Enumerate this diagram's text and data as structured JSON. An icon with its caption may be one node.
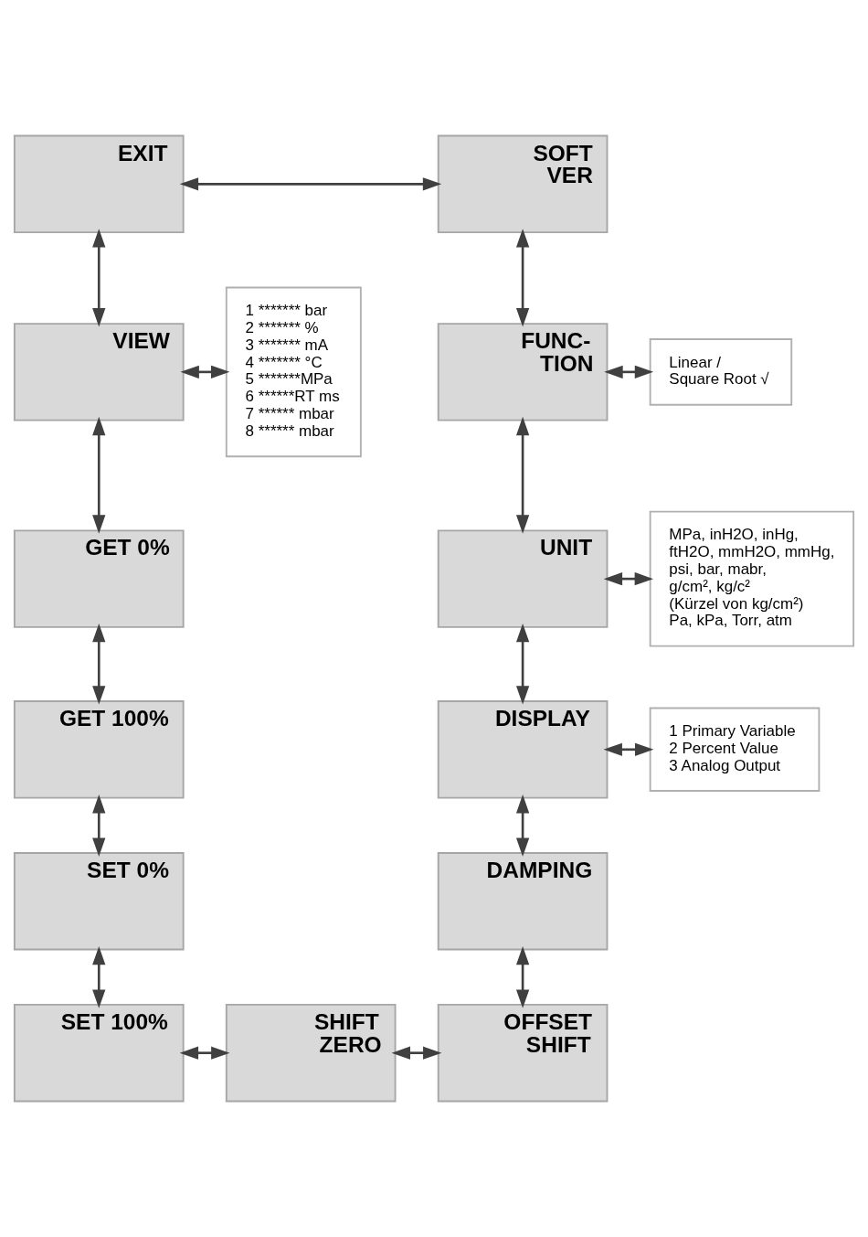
{
  "diagram": {
    "nodes": [
      {
        "text": [
          "EXIT"
        ]
      },
      {
        "text": [
          "SOFT VER"
        ]
      },
      {
        "text": [
          "VIEW"
        ]
      },
      {
        "text": [
          "1 ******* bar",
          "2 ******* %",
          "3 ******* mA",
          "4 ******* °C",
          "5 *******MPa",
          "6 ******RT ms",
          "7 ****** mbar",
          "8 ****** mbar"
        ]
      },
      {
        "text": [
          "FUNC- TION"
        ]
      },
      {
        "text": [
          "Linear /",
          "Square Root √"
        ]
      },
      {
        "text": [
          "GET 0%"
        ]
      },
      {
        "text": [
          "UNIT"
        ]
      },
      {
        "text": [
          "MPa, inH2O, inHg, ftH2O, mmH2O, mmHg, psi, bar, mabr, g/cm², kg/c² (Kürzel von kg/cm²)",
          "Pa, kPa, Torr, atm"
        ]
      },
      {
        "text": [
          "GET 100%"
        ]
      },
      {
        "text": [
          "DISPLAY"
        ]
      },
      {
        "text": [
          "1 Primary Variable",
          "2 Percent Value",
          "3 Analog Output"
        ]
      },
      {
        "text": [
          "SET 0%"
        ]
      },
      {
        "text": [
          "DAMPING"
        ]
      },
      {
        "text": [
          "SET 100%"
        ]
      },
      {
        "text": [
          "SHIFT ZERO"
        ]
      },
      {
        "text": [
          "OFFSET SHIFT"
        ]
      }
    ],
    "edges": [
      {
        "from": 0,
        "to": 1,
        "arrow": "both"
      },
      {
        "from": 0,
        "to": 2,
        "arrow": "both"
      },
      {
        "from": 1,
        "to": 4,
        "arrow": "both"
      },
      {
        "from": 2,
        "to": 3,
        "arrow": "both"
      },
      {
        "from": 4,
        "to": 5,
        "arrow": "both"
      },
      {
        "from": 2,
        "to": 6,
        "arrow": "both"
      },
      {
        "from": 4,
        "to": 7,
        "arrow": "both"
      },
      {
        "from": 7,
        "to": 8,
        "arrow": "both"
      },
      {
        "from": 6,
        "to": 9,
        "arrow": "both"
      },
      {
        "from": 7,
        "to": 10,
        "arrow": "both"
      },
      {
        "from": 10,
        "to": 11,
        "arrow": "both"
      },
      {
        "from": 9,
        "to": 12,
        "arrow": "both"
      },
      {
        "from": 10,
        "to": 13,
        "arrow": "both"
      },
      {
        "from": 12,
        "to": 14,
        "arrow": "both"
      },
      {
        "from": 13,
        "to": 16,
        "arrow": "both"
      },
      {
        "from": 14,
        "to": 15,
        "arrow": "both"
      },
      {
        "from": 15,
        "to": 16,
        "arrow": "both"
      }
    ]
  }
}
